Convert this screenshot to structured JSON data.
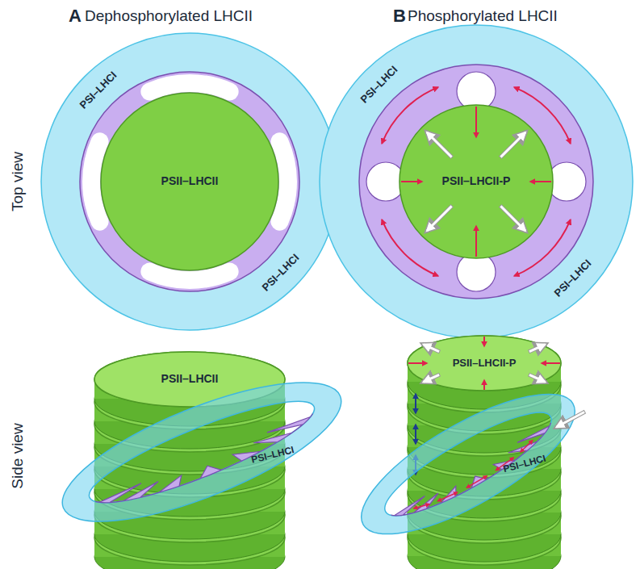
{
  "diagram": {
    "nodes": [
      {
        "text": [
          "PSI–LHCI",
          "PSI–LHCI"
        ]
      },
      {
        "text": [
          "PSII–LHCII"
        ],
        "in": 0
      },
      {
        "text": [
          "PSI–LHCI",
          "PSI–LHCI"
        ]
      },
      {
        "text": [
          "PSII–LHCII-P"
        ],
        "in": 2
      },
      {
        "text": [
          "PSII–LHCII"
        ]
      },
      {
        "text": [
          "PSI–LHCI"
        ]
      },
      {
        "text": [
          "PSII–LHCII-P"
        ]
      },
      {
        "text": [
          "PSI–LHCI"
        ]
      }
    ],
    "labels": [
      "A",
      "Dephosphorylated LHCII",
      "B",
      "Phosphorylated LHCII",
      "Top view",
      "Side view"
    ]
  }
}
